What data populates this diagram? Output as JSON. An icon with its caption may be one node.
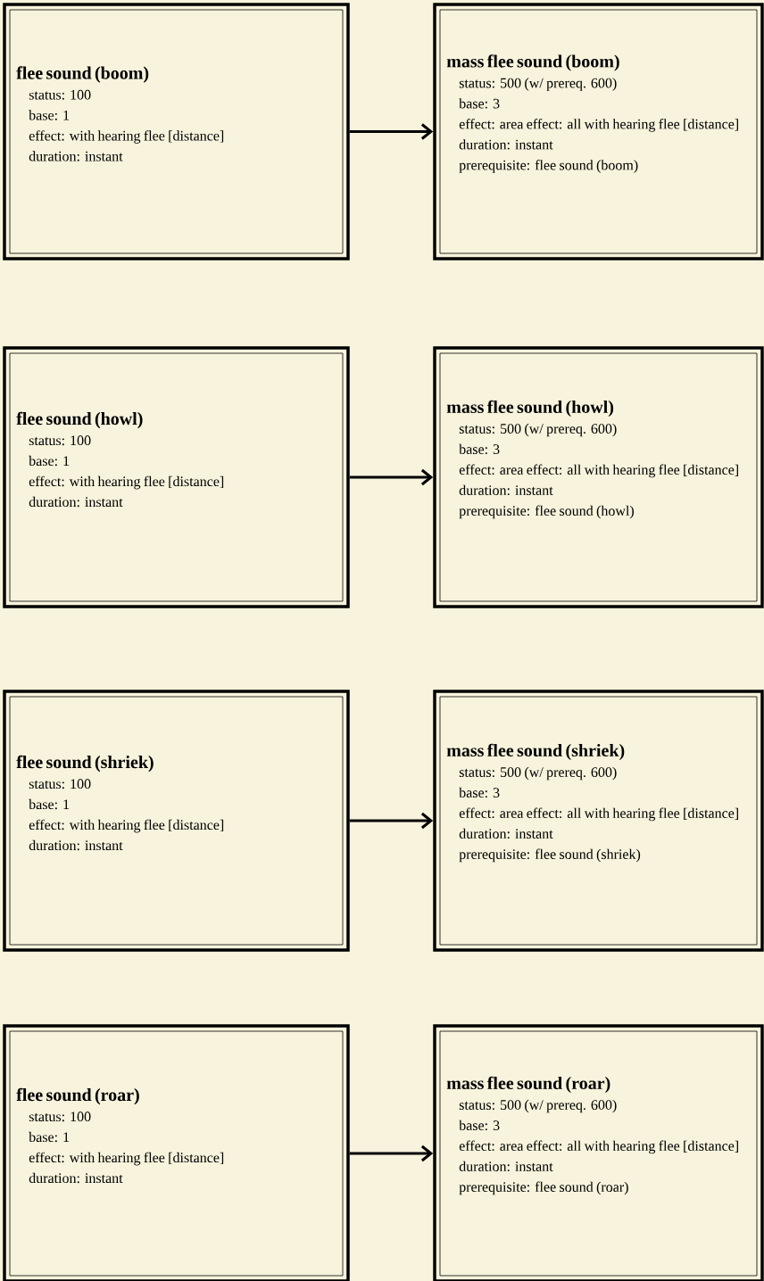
{
  "diagram": {
    "nodes": [
      {
        "text": [
          "flee sound (boom)",
          "status: 100",
          "base: 1",
          "effect: with hearing flee [distance]",
          "duration: instant"
        ]
      },
      {
        "text": [
          "mass flee sound (boom)",
          "status: 500 (w/ prereq. 600)",
          "base:  3",
          "effect: area effect: all with hearing flee [distance]",
          "duration: instant",
          "prerequisite: flee sound (boom)"
        ]
      },
      {
        "text": [
          "flee sound (howl)",
          "status: 100",
          "base: 1",
          "effect: with hearing flee [distance]",
          "duration: instant"
        ]
      },
      {
        "text": [
          "mass flee sound (howl)",
          "status: 500 (w/ prereq. 600)",
          "base:  3",
          "effect: area effect: all with hearing flee [distance]",
          "duration: instant",
          "prerequisite: flee sound (howl)"
        ]
      },
      {
        "text": [
          "flee sound (shriek)",
          "status: 100",
          "base: 1",
          "effect: with hearing flee [distance]",
          "duration: instant"
        ]
      },
      {
        "text": [
          "mass flee sound (shriek)",
          "status: 500 (w/ prereq. 600)",
          "base:  3",
          "effect: area effect: all with hearing flee [distance]",
          "duration: instant",
          "prerequisite: flee sound (shriek)"
        ]
      },
      {
        "text": [
          "flee sound (roar)",
          "status: 100",
          "base: 1",
          "effect: with hearing flee [distance]",
          "duration: instant"
        ]
      },
      {
        "text": [
          "mass flee sound (roar)",
          "status: 500 (w/ prereq. 600)",
          "base:  3",
          "effect: area effect: all with hearing flee [distance]",
          "duration: instant",
          "prerequisite: flee sound (roar)"
        ]
      }
    ],
    "edges": [
      {
        "from": 0,
        "to": 1,
        "arrow": "to"
      },
      {
        "from": 2,
        "to": 3,
        "arrow": "to"
      },
      {
        "from": 4,
        "to": 5,
        "arrow": "to"
      },
      {
        "from": 6,
        "to": 7,
        "arrow": "to"
      }
    ]
  }
}
